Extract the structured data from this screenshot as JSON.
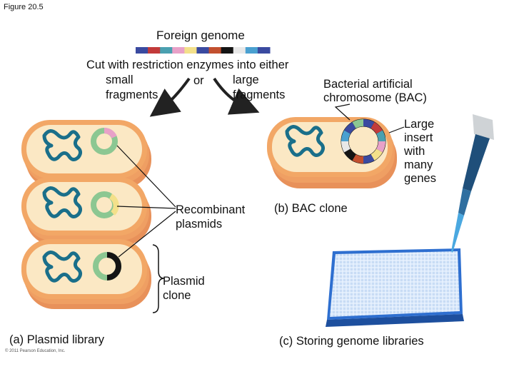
{
  "figure_label": "Figure 20.5",
  "foreign_genome": "Foreign genome",
  "cut_instruction": "Cut with restriction enzymes into either",
  "small_fragments": [
    "small",
    "fragments"
  ],
  "or_word": "or",
  "large_fragments": [
    "large",
    "fragments"
  ],
  "bac_title": [
    "Bacterial artificial",
    "chromosome (BAC)"
  ],
  "large_insert": [
    "Large",
    "insert",
    "with",
    "many",
    "genes"
  ],
  "recombinant_plasmids": [
    "Recombinant",
    "plasmids"
  ],
  "bac_clone": "(b) BAC clone",
  "plasmid_clone": [
    "Plasmid",
    "clone"
  ],
  "plasmid_library": "(a) Plasmid library",
  "storing_libraries": "(c) Storing genome libraries",
  "credit": "© 2011 Pearson Education, Inc.",
  "colors": {
    "cell_fill": "#f2a766",
    "cell_cytoplasm": "#fbe8c4",
    "dna": "#1a6f8a",
    "plasmid_green": "#8cc792",
    "insert_pink": "#e8a1c8",
    "insert_yellow": "#f3e08a",
    "insert_black": "#141414",
    "plate": "#2e6fd0",
    "pipette_tip": "#4aa8e0"
  },
  "genome_segment_colors": [
    "#3a4aa0",
    "#c23a3a",
    "#4aa0b0",
    "#e8a1c8",
    "#f3e08a",
    "#3a4aa0",
    "#c2502f",
    "#141414",
    "#e8e8e8",
    "#4aa0d0",
    "#3a4aa0"
  ]
}
